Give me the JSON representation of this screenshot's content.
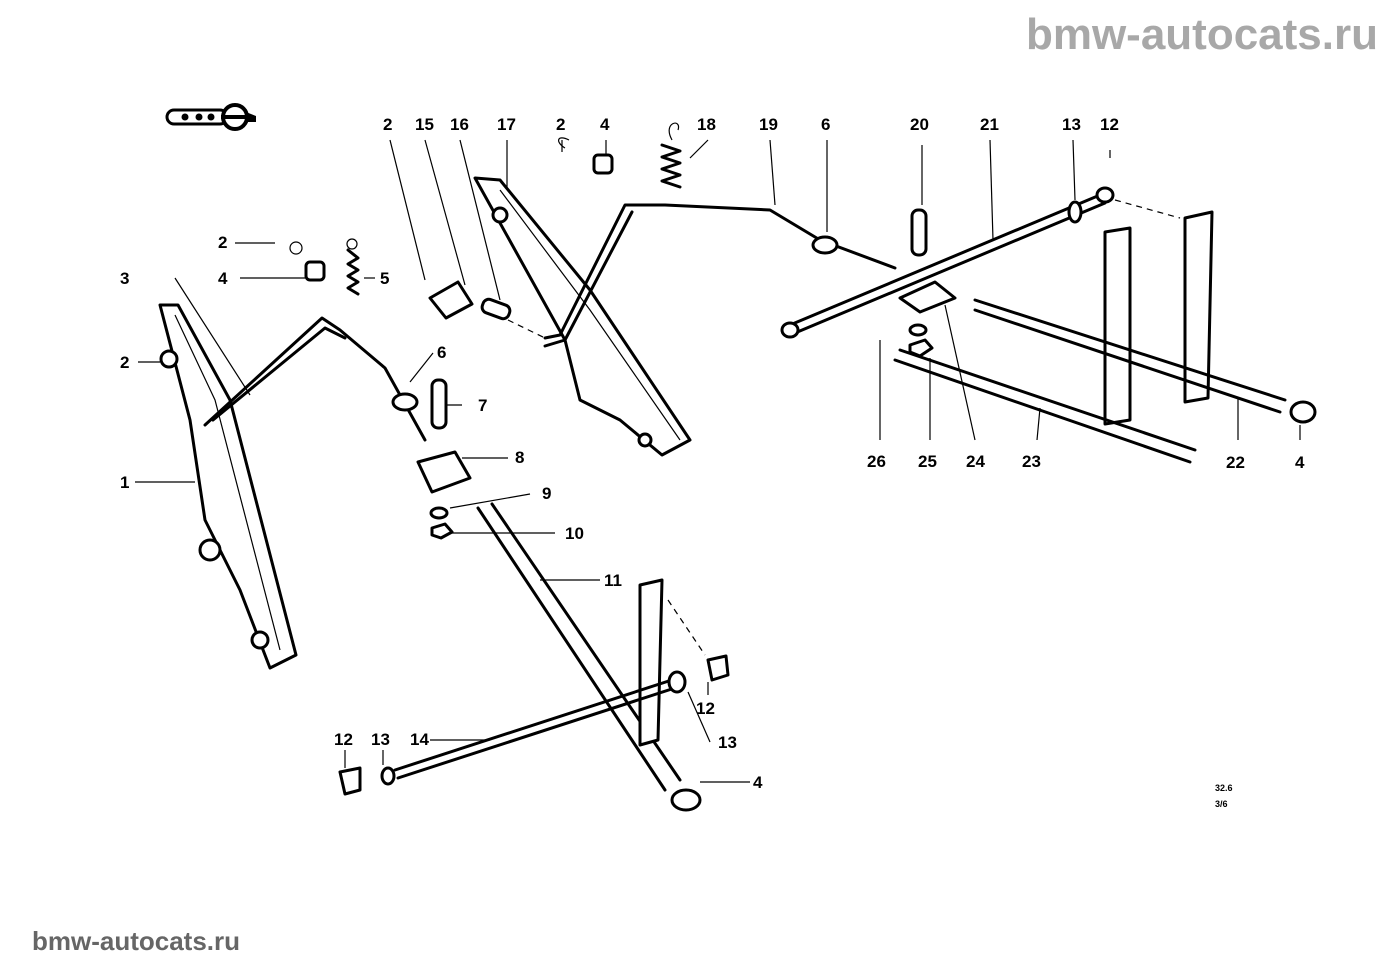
{
  "watermark": {
    "top": "bmw-autocats.ru",
    "bottom": "bmw-autocats.ru"
  },
  "diagram": {
    "callouts": [
      {
        "id": "c-top-2a",
        "label": "2"
      },
      {
        "id": "c-top-15",
        "label": "15"
      },
      {
        "id": "c-top-16",
        "label": "16"
      },
      {
        "id": "c-top-17",
        "label": "17"
      },
      {
        "id": "c-top-2b",
        "label": "2"
      },
      {
        "id": "c-top-4",
        "label": "4"
      },
      {
        "id": "c-top-18",
        "label": "18"
      },
      {
        "id": "c-top-19",
        "label": "19"
      },
      {
        "id": "c-top-6",
        "label": "6"
      },
      {
        "id": "c-top-20",
        "label": "20"
      },
      {
        "id": "c-top-21",
        "label": "21"
      },
      {
        "id": "c-top-13",
        "label": "13"
      },
      {
        "id": "c-top-12",
        "label": "12"
      },
      {
        "id": "c-left-2a",
        "label": "2"
      },
      {
        "id": "c-left-4",
        "label": "4"
      },
      {
        "id": "c-left-5",
        "label": "5"
      },
      {
        "id": "c-left-3",
        "label": "3"
      },
      {
        "id": "c-left-2b",
        "label": "2"
      },
      {
        "id": "c-left-6",
        "label": "6"
      },
      {
        "id": "c-left-7",
        "label": "7"
      },
      {
        "id": "c-left-1",
        "label": "1"
      },
      {
        "id": "c-left-8",
        "label": "8"
      },
      {
        "id": "c-left-9",
        "label": "9"
      },
      {
        "id": "c-left-10",
        "label": "10"
      },
      {
        "id": "c-left-11",
        "label": "11"
      },
      {
        "id": "c-bot-12a",
        "label": "12"
      },
      {
        "id": "c-bot-13a",
        "label": "13"
      },
      {
        "id": "c-bot-14",
        "label": "14"
      },
      {
        "id": "c-bot-12b",
        "label": "12"
      },
      {
        "id": "c-bot-13b",
        "label": "13"
      },
      {
        "id": "c-bot-4",
        "label": "4"
      },
      {
        "id": "c-right-26",
        "label": "26"
      },
      {
        "id": "c-right-25",
        "label": "25"
      },
      {
        "id": "c-right-24",
        "label": "24"
      },
      {
        "id": "c-right-23",
        "label": "23"
      },
      {
        "id": "c-right-22",
        "label": "22"
      },
      {
        "id": "c-right-4",
        "label": "4"
      }
    ],
    "drawing_code_line1": "32.6",
    "drawing_code_line2": "3/6"
  }
}
